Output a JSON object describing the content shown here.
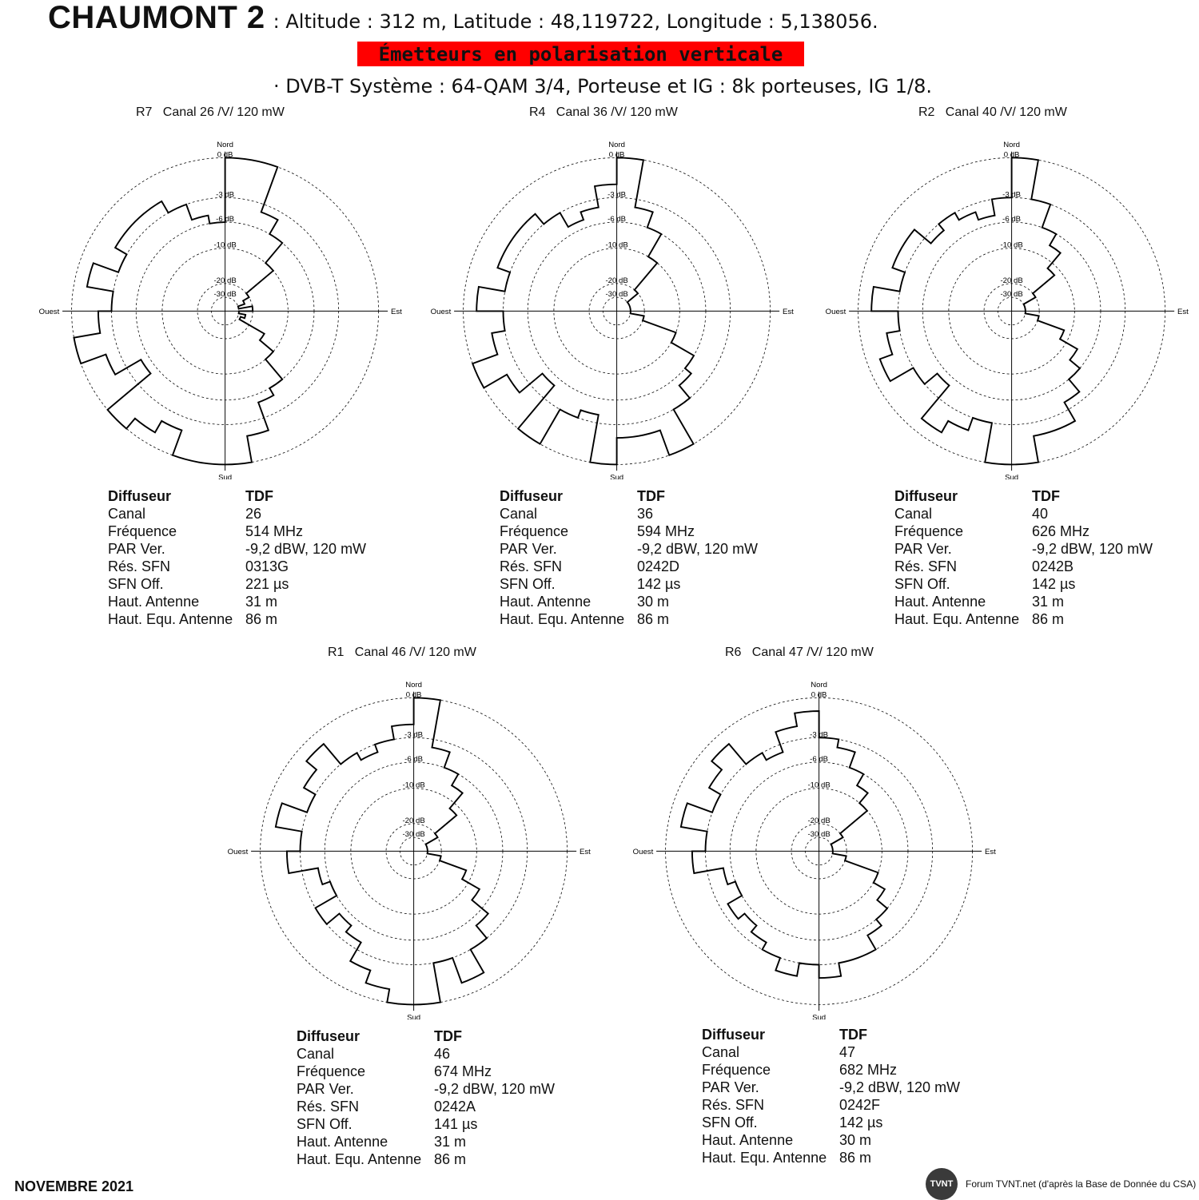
{
  "header": {
    "site_name": "CHAUMONT 2",
    "coordinates": ": Altitude : 312 m,  Latitude : 48,119722,  Longitude : 5,138056.",
    "polarization_banner": "Émetteurs en polarisation verticale",
    "system_line": "· DVB-T  Système : 64-QAM 3/4,  Porteuse et IG : 8k porteuses, IG 1/8."
  },
  "diagram_labels": {
    "north": "Nord",
    "south": "Sud",
    "east": "Est",
    "west": "Ouest",
    "rings": [
      "0 dB",
      "-3 dB",
      "-6 dB",
      "-10 dB",
      "-20 dB",
      "-30 dB"
    ]
  },
  "info_keys": [
    "Diffuseur",
    "Canal",
    "Fréquence",
    "PAR Ver.",
    "Rés. SFN",
    "SFN Off.",
    "Haut. Antenne",
    "Haut. Equ. Antenne"
  ],
  "transmitters": [
    {
      "title": "R7   Canal 26 /V/ 120 mW",
      "pattern_db": [
        0,
        0,
        -4,
        -6,
        -10,
        -20,
        -25,
        -30,
        -20,
        -30,
        -25,
        -28,
        -15,
        -10,
        -6,
        -5,
        -2,
        0,
        0,
        0,
        -2,
        -1,
        0,
        -5,
        -2,
        0,
        -2,
        -3,
        -1,
        -3,
        -2,
        -2,
        -2,
        -3,
        -5,
        -6
      ],
      "info": {
        "diffuseur": "TDF",
        "canal": "26",
        "frequence": "514 MHz",
        "par": "-9,2 dBW, 120 mW",
        "res_sfn": "0313G",
        "sfn_off": "221 µs",
        "haut_antenne": "31 m",
        "haut_equ_antenne": "86 m"
      }
    },
    {
      "title": "R4   Canal 36 /V/ 120 mW",
      "pattern_db": [
        0,
        -4,
        -6,
        -10,
        -20,
        -30,
        -30,
        -30,
        -30,
        -30,
        -20,
        -10,
        -6,
        -5,
        -3,
        0,
        -2,
        -2,
        0,
        -4,
        -3,
        0,
        -5,
        -2,
        0,
        -2,
        -3,
        -1,
        -3,
        -2,
        -2,
        -2,
        -3,
        -5,
        -4,
        -2
      ],
      "info": {
        "diffuseur": "TDF",
        "canal": "36",
        "frequence": "594 MHz",
        "par": "-9,2 dBW, 120 mW",
        "res_sfn": "0242D",
        "sfn_off": "142 µs",
        "haut_antenne": "30 m",
        "haut_equ_antenne": "86 m"
      }
    },
    {
      "title": "R2   Canal 40 /V/ 120 mW",
      "pattern_db": [
        0,
        -3,
        -6,
        -8,
        -12,
        -20,
        -30,
        -30,
        -30,
        -30,
        -20,
        -12,
        -8,
        -6,
        -4,
        -2,
        -2,
        0,
        0,
        -3,
        -2,
        -1,
        -5,
        -3,
        -1,
        -2,
        -3,
        -1,
        -3,
        -2,
        -2,
        -4,
        -3,
        -4,
        -5,
        -3
      ],
      "info": {
        "diffuseur": "TDF",
        "canal": "40",
        "frequence": "626 MHz",
        "par": "-9,2 dBW, 120 mW",
        "res_sfn": "0242B",
        "sfn_off": "142 µs",
        "haut_antenne": "31 m",
        "haut_equ_antenne": "86 m"
      }
    },
    {
      "title": "R1   Canal 46 /V/ 120 mW",
      "pattern_db": [
        0,
        -4,
        -6,
        -8,
        -12,
        -20,
        -30,
        -30,
        -30,
        -30,
        -20,
        -12,
        -8,
        -5,
        -3,
        -1,
        -3,
        0,
        0,
        -1,
        -2,
        -4,
        -5,
        -3,
        -6,
        -5,
        -2,
        -3,
        -1,
        -3,
        -2,
        -1,
        -3,
        -4,
        -3,
        -2
      ],
      "info": {
        "diffuseur": "TDF",
        "canal": "46",
        "frequence": "674 MHz",
        "par": "-9,2 dBW, 120 mW",
        "res_sfn": "0242A",
        "sfn_off": "141 µs",
        "haut_antenne": "31 m",
        "haut_equ_antenne": "86 m"
      }
    },
    {
      "title": "R6   Canal 47 /V/ 120 mW",
      "pattern_db": [
        -3,
        -4,
        -6,
        -8,
        -10,
        -20,
        -30,
        -30,
        -30,
        -30,
        -20,
        -10,
        -8,
        -6,
        -5,
        -3,
        -3,
        -2,
        -3,
        -2,
        -3,
        -4,
        -5,
        -4,
        -6,
        -5,
        -2,
        -3,
        -1,
        -3,
        -2,
        -1,
        -3,
        -4,
        -2,
        -1
      ],
      "info": {
        "diffuseur": "TDF",
        "canal": "47",
        "frequence": "682 MHz",
        "par": "-9,2 dBW, 120 mW",
        "res_sfn": "0242F",
        "sfn_off": "142 µs",
        "haut_antenne": "30 m",
        "haut_equ_antenne": "86 m"
      }
    }
  ],
  "footer": {
    "date": "NOVEMBRE 2021",
    "logo_text": "TVNT",
    "source": "Forum TVNT.net (d'après la Base de Donnée du CSA)"
  }
}
